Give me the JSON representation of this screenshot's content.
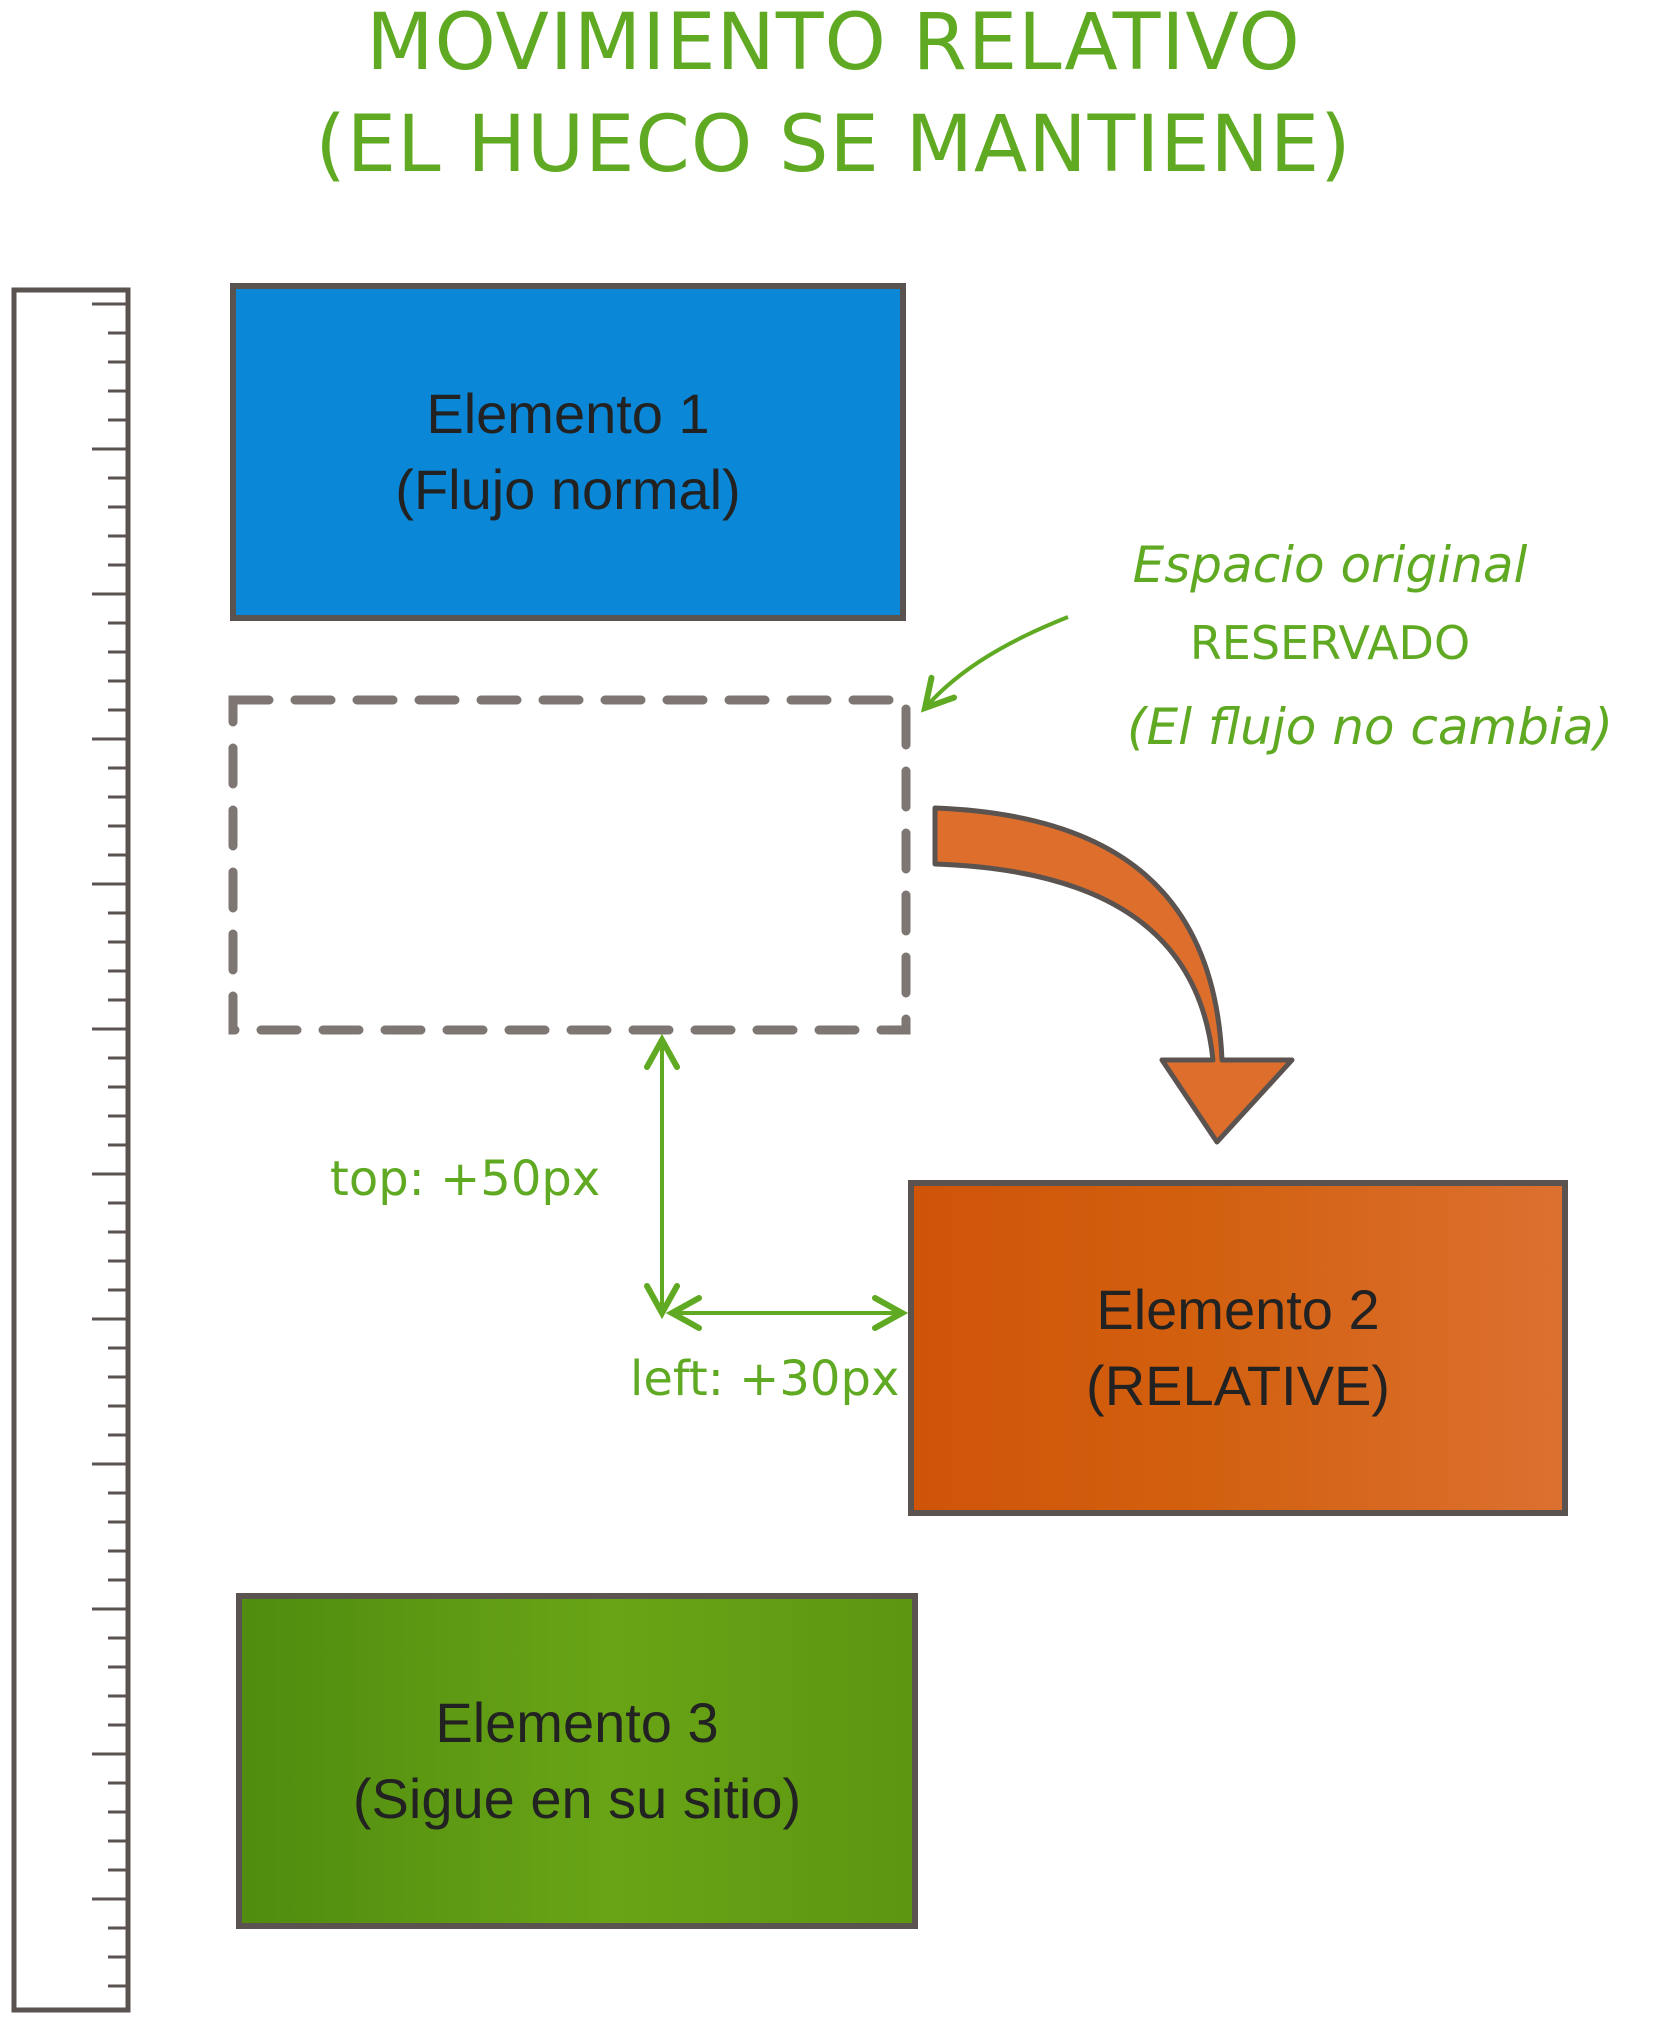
{
  "title": {
    "line1": "MOVIMIENTO RELATIVO",
    "line2": "(EL HUECO SE MANTIENE)"
  },
  "elements": [
    {
      "line1": "Elemento 1",
      "line2": "(Flujo normal)",
      "color": "#0a87d6"
    },
    {
      "line1": "Elemento 2",
      "line2": "(RELATIVE)",
      "color": "#d2600f"
    },
    {
      "line1": "Elemento 3",
      "line2": "(Sigue en su sitio)",
      "color": "#5d9611"
    }
  ],
  "annotation": {
    "line1": "Espacio original",
    "line2": "RESERVADO",
    "line3": "(El flujo no cambia)"
  },
  "offsets": {
    "top_label": "top: +50px",
    "left_label": "left: +30px"
  },
  "colors": {
    "accent_green": "#5faa22",
    "outline": "#5b5350",
    "dashed_placeholder": "#7d7672",
    "arrow_orange": "#dd6e2c"
  }
}
